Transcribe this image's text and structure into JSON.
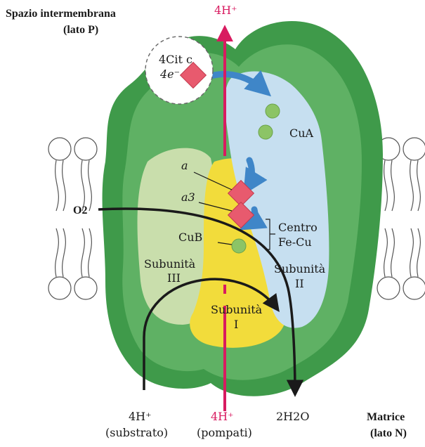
{
  "labels": {
    "ims_line1": "Spazio intermembrana",
    "ims_line2": "(lato P)",
    "matrix_line1": "Matrice",
    "matrix_line2": "(lato N)",
    "h_top": "4H⁺",
    "cytc_line1": "4Cit c",
    "cytc_line2": "4e⁻",
    "cua": "CuA",
    "heme_a": "a",
    "heme_a3": "a3",
    "cub": "CuB",
    "center_line1": "Centro",
    "center_line2": "Fe-Cu",
    "o2": "O2",
    "sub_i_line1": "Subunità",
    "sub_i_line2": "I",
    "sub_ii_line1": "Subunità",
    "sub_ii_line2": "II",
    "sub_iii_line1": "Subunità",
    "sub_iii_line2": "III",
    "h_substrate_line1": "4H⁺",
    "h_substrate_line2": "(substrato)",
    "h_pumped_line1": "4H⁺",
    "h_pumped_line2": "(pompati)",
    "water": "2H2O"
  },
  "colors": {
    "complex_dark": "#3f9a4a",
    "complex_mid": "#5fb164",
    "subunit_ii": "#c6dff0",
    "subunit_i": "#f2dc3b",
    "subunit_iii": "#cfe0b0",
    "proton_arrow": "#d81b60",
    "electron_arrow": "#3f86c8",
    "heme": "#e85a6e",
    "copper": "#8cc466"
  }
}
